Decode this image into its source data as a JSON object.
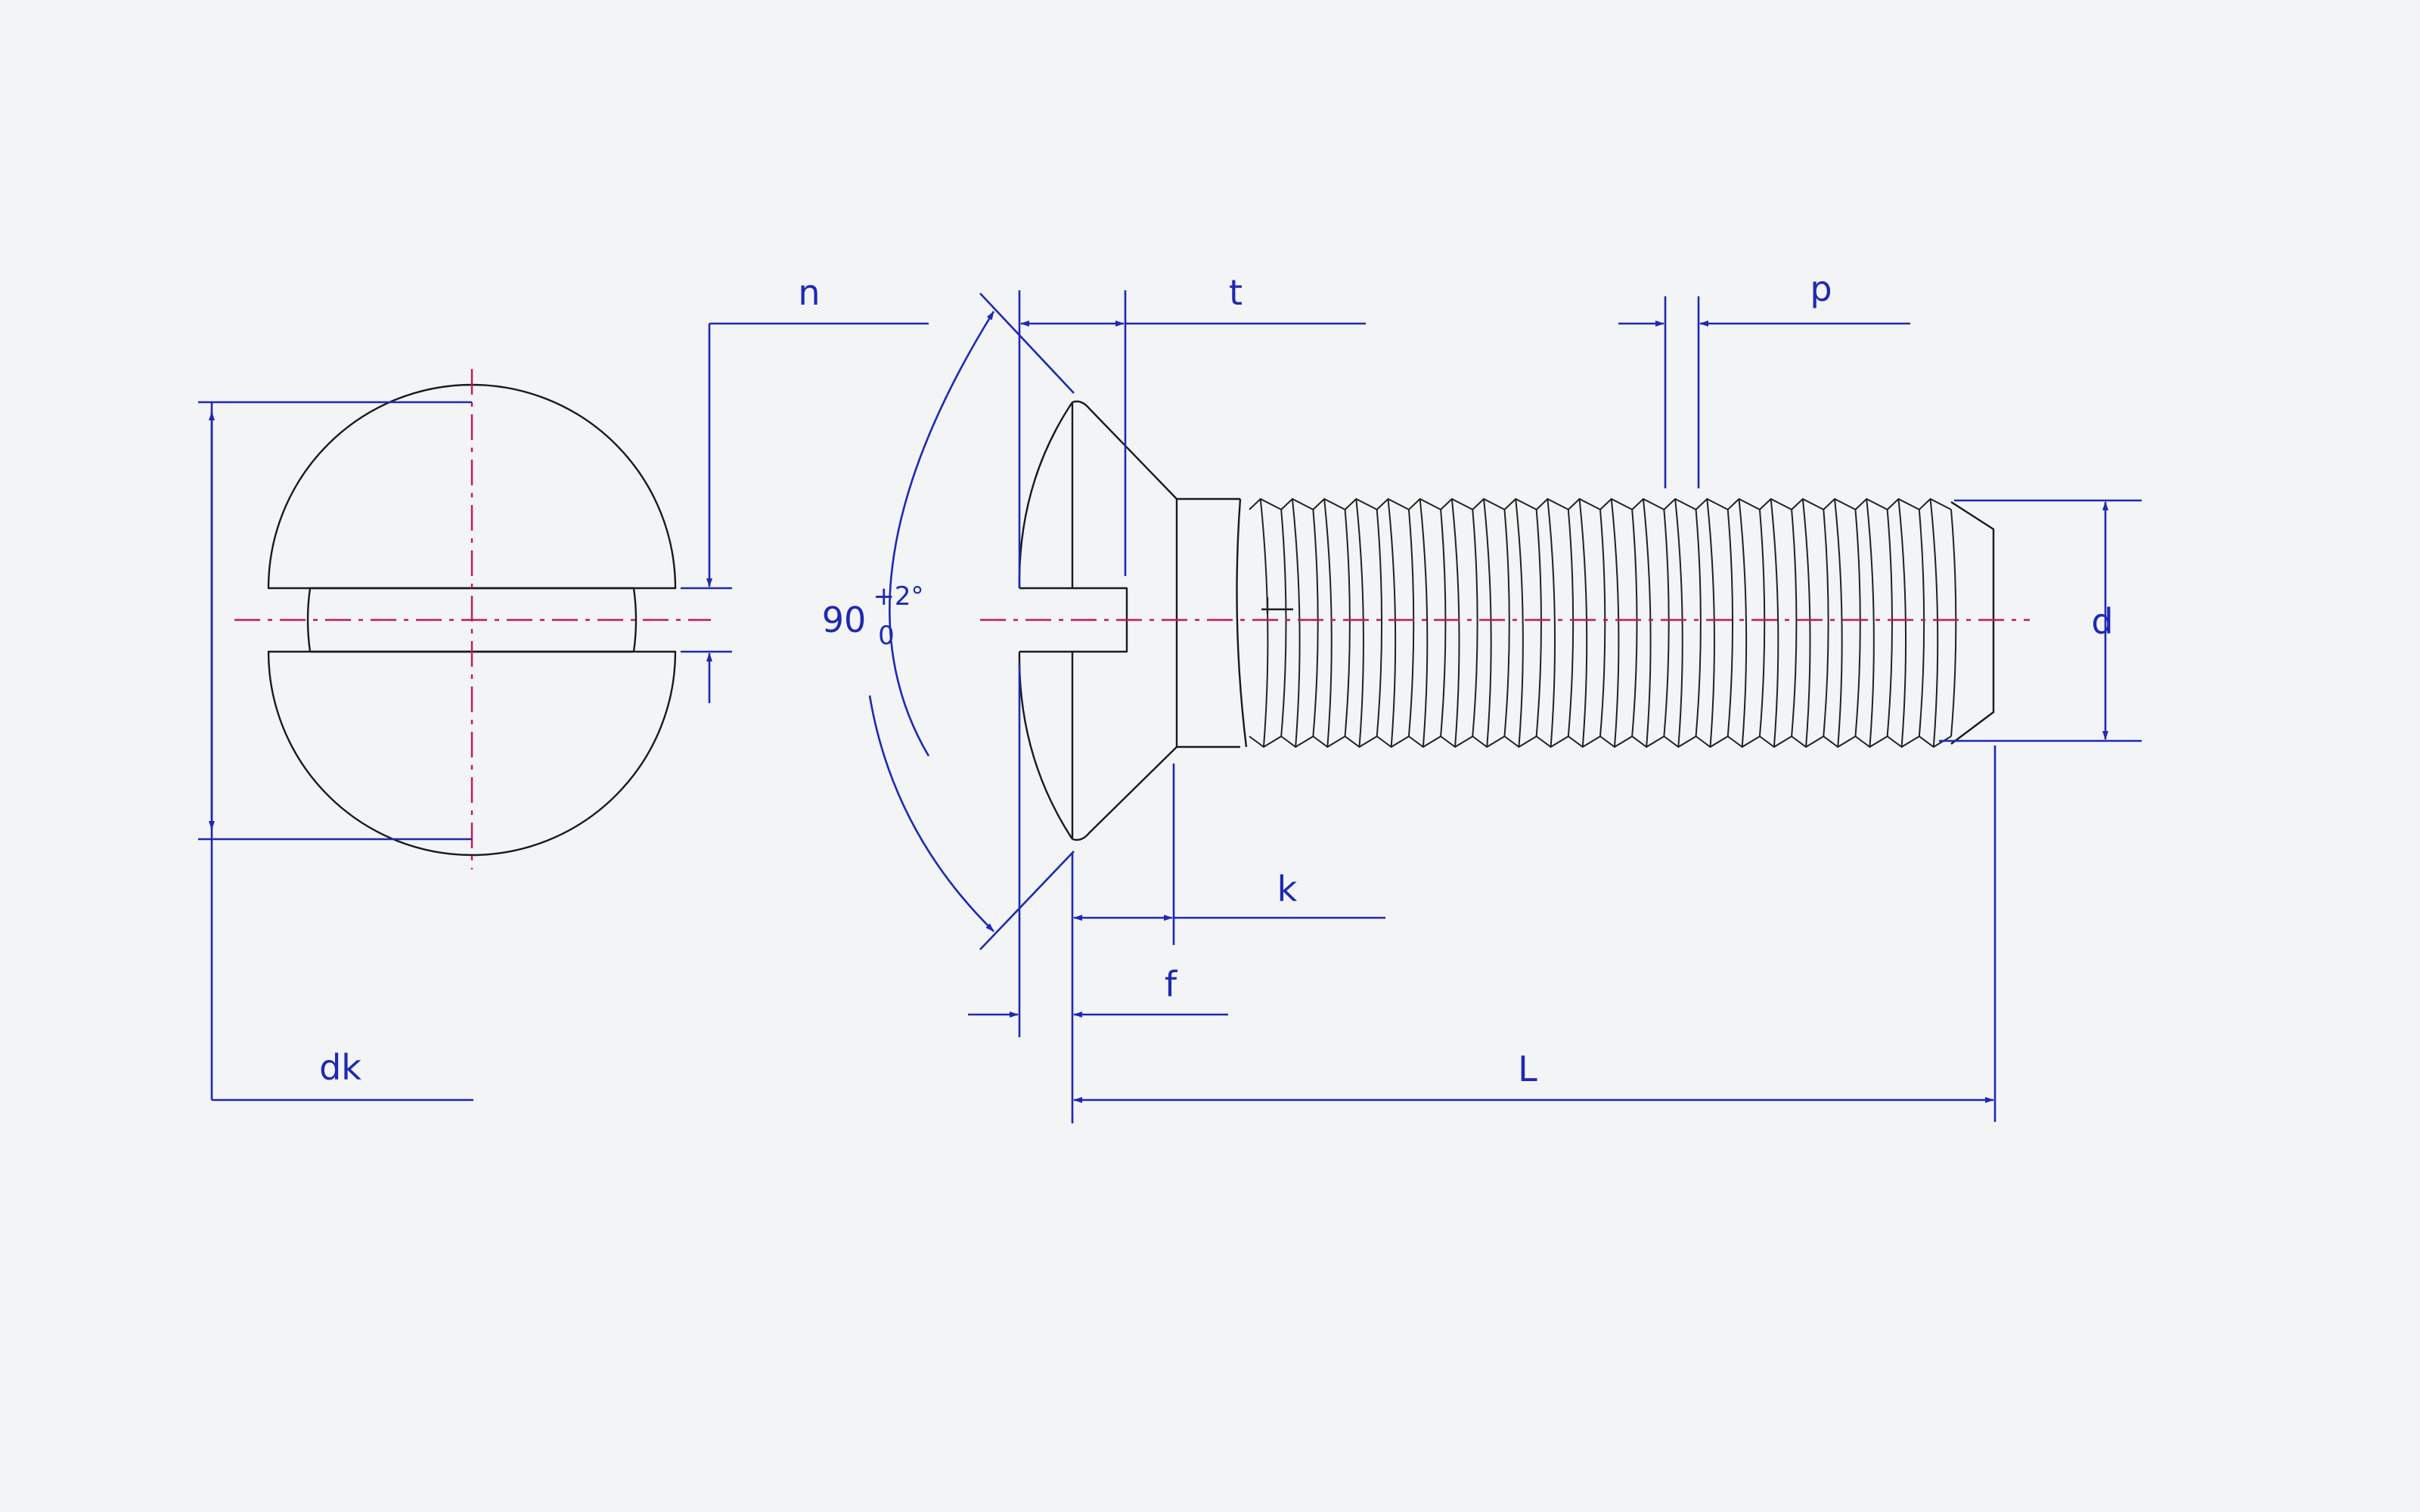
{
  "dimensions": {
    "dk": "dk",
    "n": "n",
    "t": "t",
    "p": "p",
    "d": "d",
    "k": "k",
    "f": "f",
    "L": "L"
  },
  "angle": {
    "value": "90",
    "tol_upper": "+2°",
    "tol_lower": "0"
  },
  "colors": {
    "dimension": "#1f28b4",
    "centerline": "#c2185b",
    "outline": "#1a1a1a",
    "background": "#f3f4f6"
  },
  "thread": {
    "crest_count": 22
  }
}
